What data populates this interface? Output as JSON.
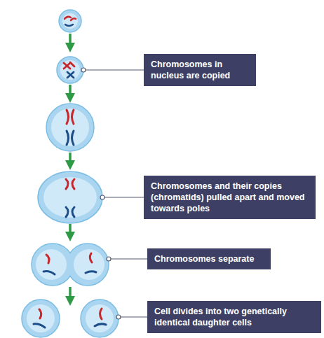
{
  "diagram": {
    "nodes": [
      {
        "text": [
          "Chromosomes in nucleus are copied"
        ]
      },
      {
        "text": [
          "Chromosomes and their copies (chromatids) pulled apart and moved towards poles"
        ]
      },
      {
        "text": [
          "Chromosomes separate"
        ]
      },
      {
        "text": [
          "Cell divides into two genetically identical daughter cells"
        ]
      }
    ]
  }
}
